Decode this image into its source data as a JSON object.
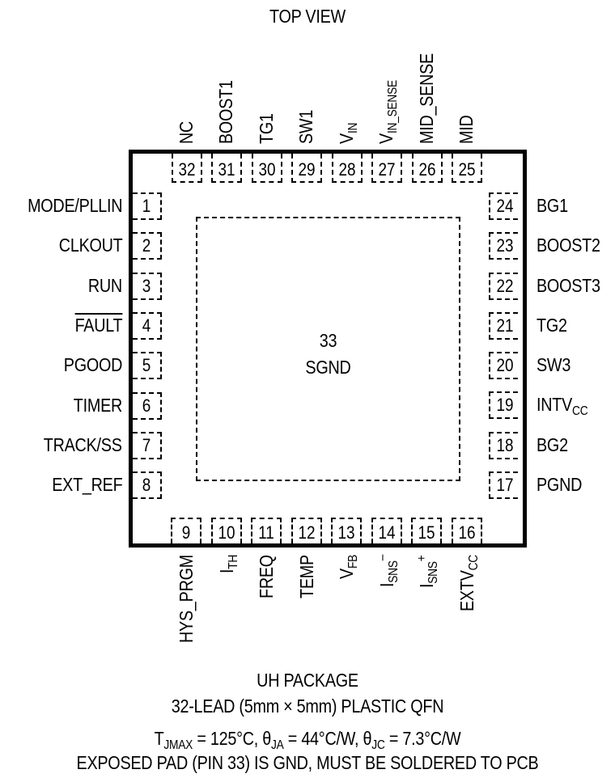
{
  "title": "TOP VIEW",
  "pad": {
    "number": "33",
    "name": "SGND"
  },
  "pins_left": [
    {
      "num": "1",
      "name": "MODE/PLLIN"
    },
    {
      "num": "2",
      "name": "CLKOUT"
    },
    {
      "num": "3",
      "name": "RUN"
    },
    {
      "num": "4",
      "name": "FAULT"
    },
    {
      "num": "5",
      "name": "PGOOD"
    },
    {
      "num": "6",
      "name": "TIMER"
    },
    {
      "num": "7",
      "name": "TRACK/SS"
    },
    {
      "num": "8",
      "name": "EXT_REF"
    }
  ],
  "pins_bottom": [
    {
      "num": "9",
      "name": "HYS_PRGM"
    },
    {
      "num": "10",
      "name": "I",
      "sub": "TH"
    },
    {
      "num": "11",
      "name": "FREQ"
    },
    {
      "num": "12",
      "name": "TEMP"
    },
    {
      "num": "13",
      "name": "V",
      "sub": "FB"
    },
    {
      "num": "14",
      "name": "I",
      "sub": "SNS",
      "sup": "–"
    },
    {
      "num": "15",
      "name": "I",
      "sub": "SNS",
      "sup": "+"
    },
    {
      "num": "16",
      "name": "EXTV",
      "sub": "CC"
    }
  ],
  "pins_right": [
    {
      "num": "17",
      "name": "PGND"
    },
    {
      "num": "18",
      "name": "BG2"
    },
    {
      "num": "19",
      "name": "INTV",
      "sub": "CC"
    },
    {
      "num": "20",
      "name": "SW3"
    },
    {
      "num": "21",
      "name": "TG2"
    },
    {
      "num": "22",
      "name": "BOOST3"
    },
    {
      "num": "23",
      "name": "BOOST2"
    },
    {
      "num": "24",
      "name": "BG1"
    }
  ],
  "pins_top": [
    {
      "num": "25",
      "name": "MID"
    },
    {
      "num": "26",
      "name": "MID_SENSE"
    },
    {
      "num": "27",
      "name": "V",
      "sub": "IN_SENSE"
    },
    {
      "num": "28",
      "name": "V",
      "sub": "IN"
    },
    {
      "num": "29",
      "name": "SW1"
    },
    {
      "num": "30",
      "name": "TG1"
    },
    {
      "num": "31",
      "name": "BOOST1"
    },
    {
      "num": "32",
      "name": "NC"
    }
  ],
  "footer": {
    "line1": "UH PACKAGE",
    "line2": "32-LEAD (5mm × 5mm) PLASTIC QFN",
    "line3": {
      "t": "T",
      "t_sub": "JMAX",
      "t_val": " = 125°C, ",
      "ja": "θ",
      "ja_sub": "JA",
      "ja_val": " = 44°C/W, ",
      "jc": "θ",
      "jc_sub": "JC",
      "jc_val": " = 7.3°C/W"
    },
    "line4": "EXPOSED PAD (PIN 33) IS GND, MUST BE SOLDERED TO PCB"
  }
}
